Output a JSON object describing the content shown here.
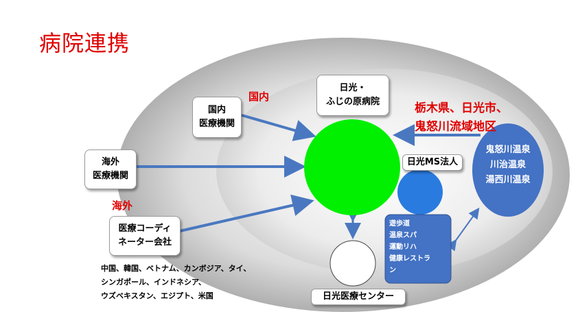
{
  "title": "病院連携",
  "labels": {
    "domestic": "国内",
    "overseas": "海外",
    "region_line1": "栃木県、日光市、",
    "region_line2": "鬼怒川流域地区"
  },
  "boxes": {
    "hospital": [
      "日光・",
      "ふじの原病院"
    ],
    "domestic_inst": [
      "国内",
      "医療機関"
    ],
    "overseas_inst": [
      "海外",
      "医療機関"
    ],
    "coordinator": [
      "医療コーディ",
      "ネーター会社"
    ],
    "ms_corp": "日光MS法人",
    "medical_center": "日光医療センター"
  },
  "onsen": [
    "鬼怒川温泉",
    "川治温泉",
    "湯西川温泉"
  ],
  "services": [
    "遊歩道",
    "温泉スパ",
    "運動リハ",
    "健康レストラ",
    "ン"
  ],
  "countries": [
    "中国、韓国、ベトナム、カンボジア、タイ、",
    "シンガポール、インドネシア、",
    "ウズベキスタン、エジプト、米国"
  ],
  "colors": {
    "title_red": "#e00000",
    "center_circle": "#00f000",
    "ms_circle": "#2a7be0",
    "onsen_ellipse": "#4472c4",
    "services_box": "#4472c4",
    "arrow": "#4a78c0"
  }
}
